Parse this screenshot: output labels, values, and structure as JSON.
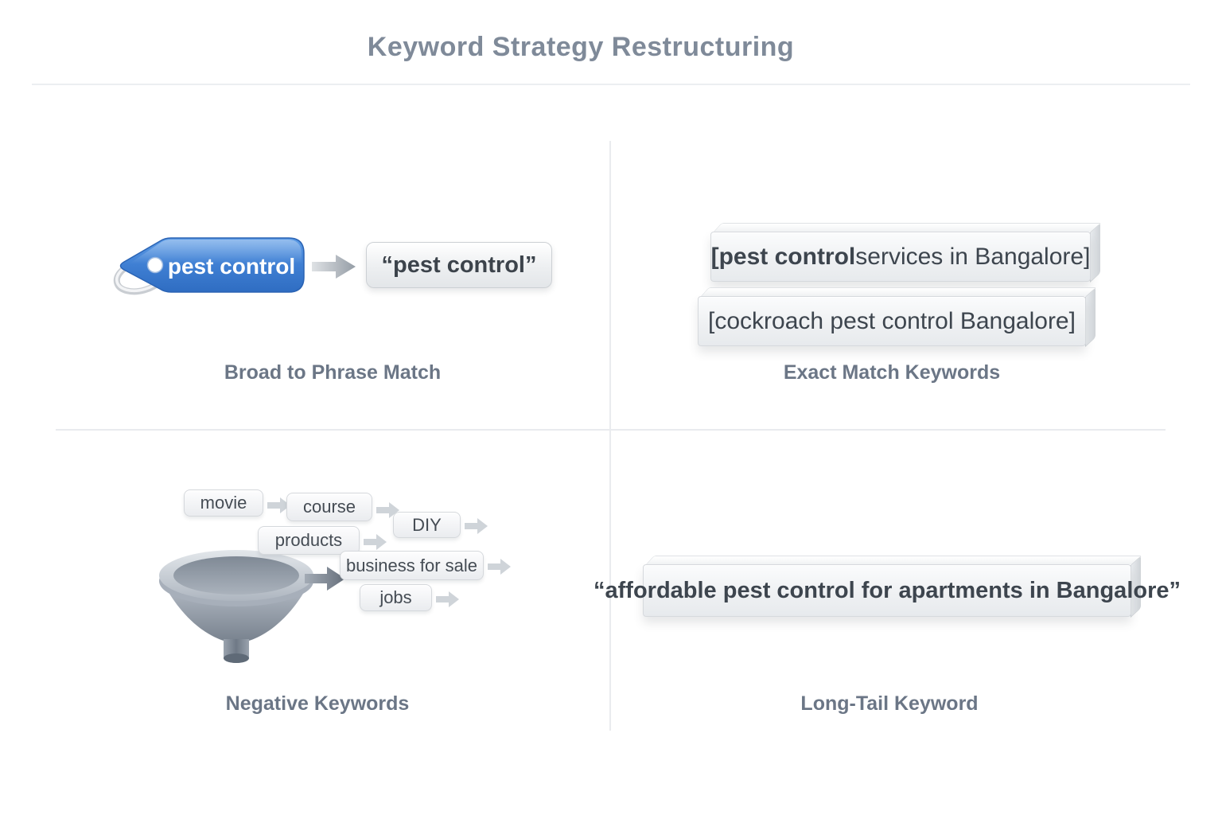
{
  "title": "Keyword Strategy Restructuring",
  "broad_to_phrase": {
    "tag_label": "pest control",
    "phrase_label": "“pest control”",
    "caption": "Broad to Phrase Match"
  },
  "exact_match": {
    "button1_bold": "[pest control",
    "button1_rest": " services in Bangalore]",
    "button2": "[cockroach pest control Bangalore]",
    "caption": "Exact Match Keywords"
  },
  "negative": {
    "chips": [
      "movie",
      "course",
      "DIY",
      "products",
      "business for sale",
      "jobs"
    ],
    "caption": "Negative Keywords"
  },
  "long_tail": {
    "button": "“affordable pest control for apartments in Bangalore”",
    "caption": "Long-Tail Keyword"
  },
  "colors": {
    "tag_blue_top": "#5596e2",
    "tag_blue_bottom": "#2f6dc2",
    "heading_gray": "#7f8a99",
    "caption_gray": "#6b7686",
    "bar_text": "#3d454e",
    "divider": "#e9ebee",
    "funnel_gray": "#7b8591"
  }
}
